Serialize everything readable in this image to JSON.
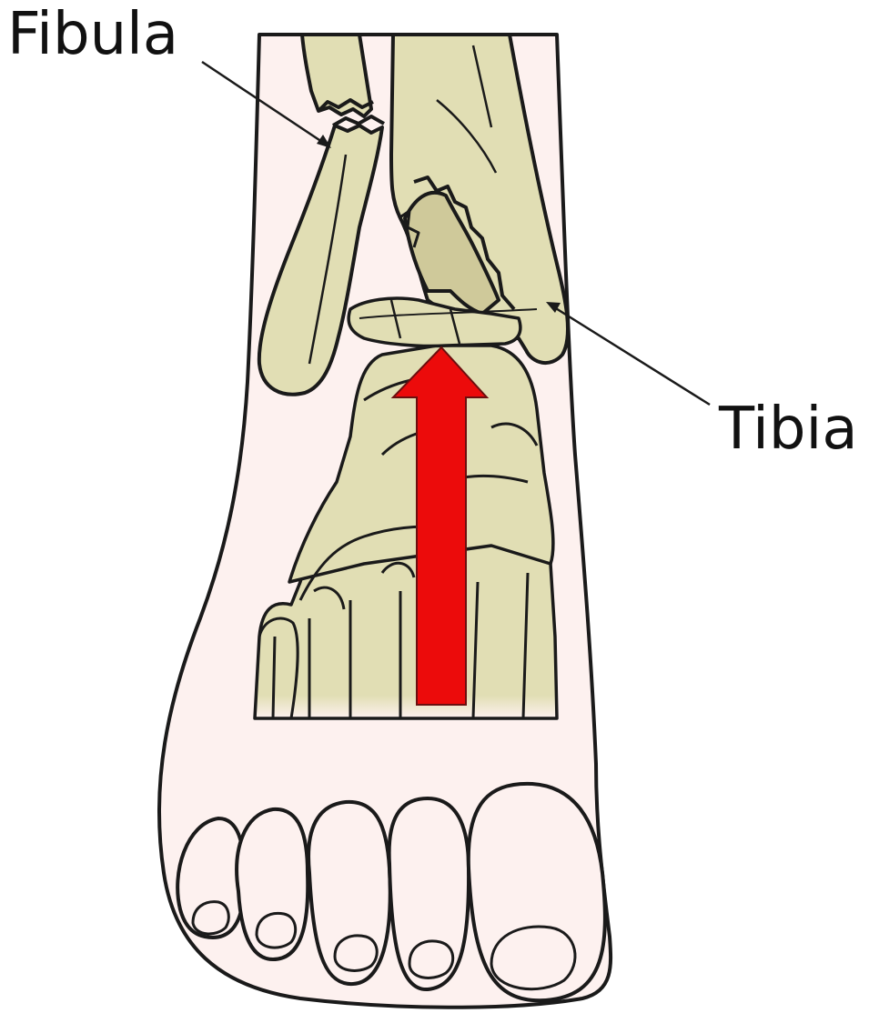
{
  "labels": {
    "fibula": "Fibula",
    "tibia": "Tibia"
  },
  "colors": {
    "skin": "#fdf1ef",
    "bone": "#e1deb4",
    "bone_shadow": "#cfc99a",
    "outline": "#1a1a1a",
    "arrow": "#ec0b0b"
  },
  "arrow_direction": "up"
}
